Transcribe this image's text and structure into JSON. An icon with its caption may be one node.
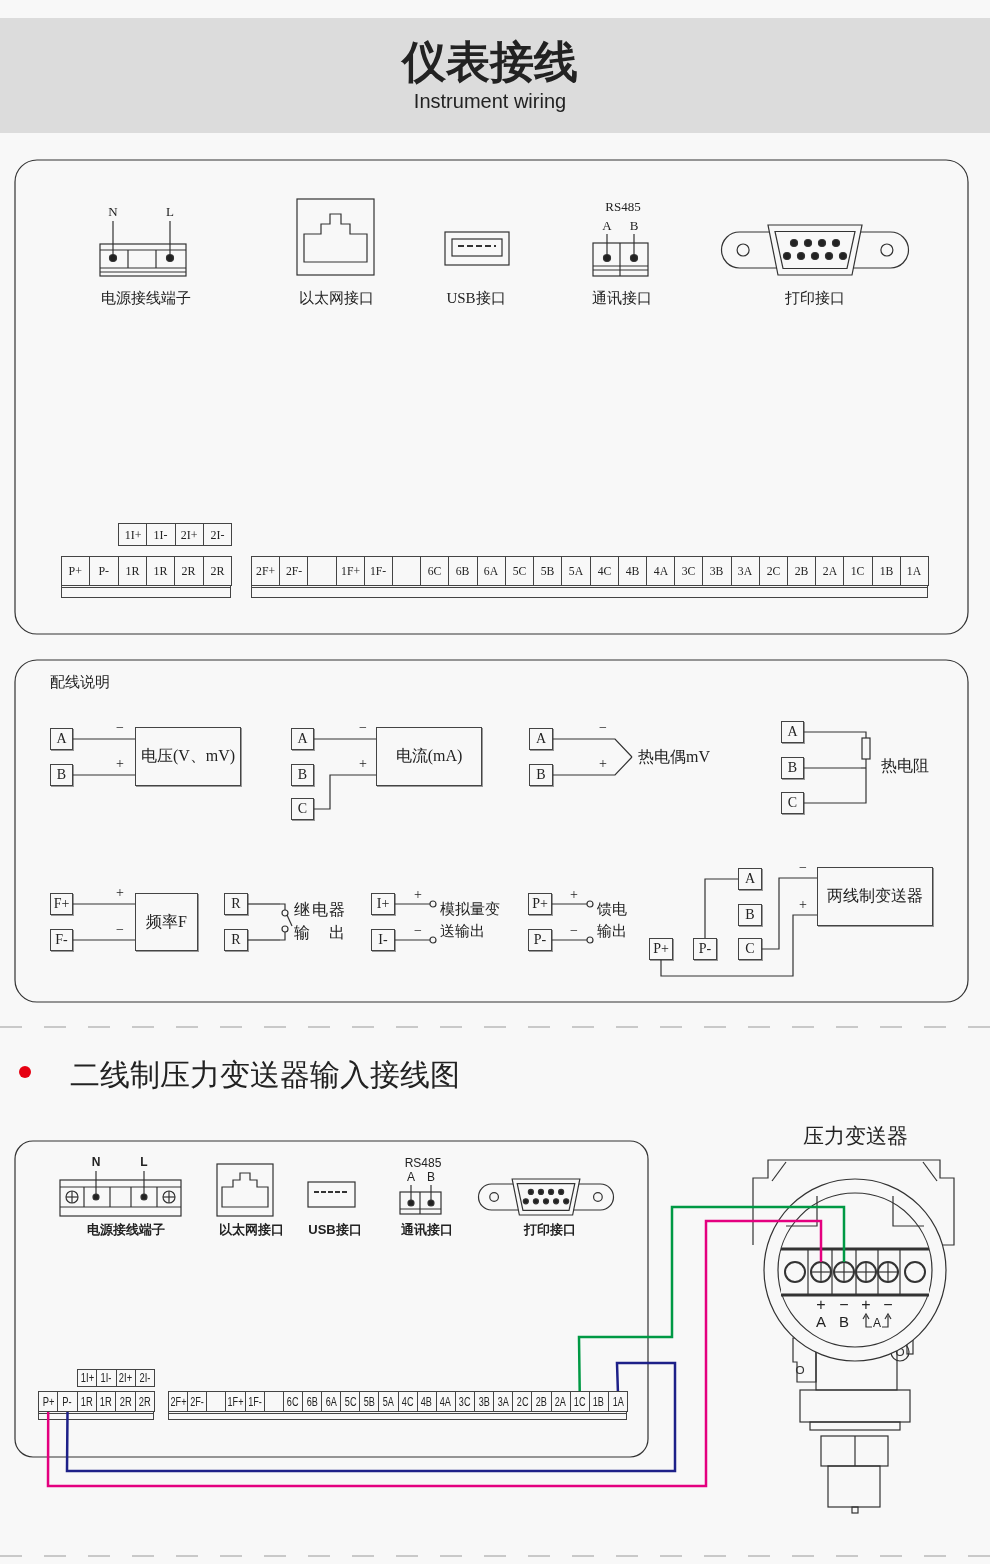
{
  "diagram": {
    "title": "仪表接线",
    "nodes": [
      {
        "text": [
          "A"
        ]
      },
      {
        "text": [
          "B"
        ]
      },
      {
        "text": [
          "电压(V、mV)"
        ]
      },
      {
        "text": [
          "A"
        ]
      },
      {
        "text": [
          "B"
        ]
      },
      {
        "text": [
          "C"
        ]
      },
      {
        "text": [
          "电流(mA)"
        ]
      },
      {
        "text": [
          "A"
        ]
      },
      {
        "text": [
          "B"
        ]
      },
      {
        "text": [
          "热电偶mV"
        ]
      },
      {
        "text": [
          "A"
        ]
      },
      {
        "text": [
          "B"
        ]
      },
      {
        "text": [
          "C"
        ]
      },
      {
        "text": [
          "热电阻"
        ]
      },
      {
        "text": [
          "F+"
        ]
      },
      {
        "text": [
          "F-"
        ]
      },
      {
        "text": [
          "频率F"
        ]
      },
      {
        "text": [
          "R"
        ]
      },
      {
        "text": [
          "R"
        ]
      },
      {
        "text": [
          "继电器输出"
        ]
      },
      {
        "text": [
          "I+"
        ]
      },
      {
        "text": [
          "I-"
        ]
      },
      {
        "text": [
          "模拟量变送输出"
        ]
      },
      {
        "text": [
          "P+"
        ]
      },
      {
        "text": [
          "P-"
        ]
      },
      {
        "text": [
          "馈电输出"
        ]
      },
      {
        "text": [
          "A"
        ]
      },
      {
        "text": [
          "两线制变送器"
        ]
      },
      {
        "text": [
          "B"
        ]
      },
      {
        "text": [
          "P+"
        ]
      },
      {
        "text": [
          "P-"
        ]
      },
      {
        "text": [
          "C"
        ]
      },
      {
        "text": [
          "压力变送器"
        ]
      },
      {
        "text": [],
        "shape": "circle",
        "in": 32
      },
      {
        "text": [],
        "shape": "circle",
        "in": 32
      },
      {
        "text": [
          "1I+"
        ]
      },
      {
        "text": [
          "1I-"
        ]
      },
      {
        "text": [
          "2I+"
        ]
      },
      {
        "text": [
          "2I-"
        ]
      },
      {
        "text": [
          "P+"
        ]
      },
      {
        "text": [
          "P-"
        ]
      },
      {
        "text": [
          "1R"
        ]
      },
      {
        "text": [
          "1R"
        ]
      },
      {
        "text": [
          "2R"
        ]
      },
      {
        "text": [
          "2R"
        ]
      },
      {
        "text": [
          "2F+"
        ]
      },
      {
        "text": [
          "2F-"
        ]
      },
      {
        "text": [],
        "shape": "box"
      },
      {
        "text": [
          "1F+"
        ]
      },
      {
        "text": [
          "1F-"
        ]
      },
      {
        "text": [],
        "shape": "box"
      },
      {
        "text": [
          "6C"
        ]
      },
      {
        "text": [
          "6B"
        ]
      },
      {
        "text": [
          "6A"
        ]
      },
      {
        "text": [
          "5C"
        ]
      },
      {
        "text": [
          "5B"
        ]
      },
      {
        "text": [
          "5A"
        ]
      },
      {
        "text": [
          "4C"
        ]
      },
      {
        "text": [
          "4B"
        ]
      },
      {
        "text": [
          "4A"
        ]
      },
      {
        "text": [
          "3C"
        ]
      },
      {
        "text": [
          "3B"
        ]
      },
      {
        "text": [
          "3A"
        ]
      },
      {
        "text": [
          "2C"
        ]
      },
      {
        "text": [
          "2B"
        ]
      },
      {
        "text": [
          "2A"
        ]
      },
      {
        "text": [
          "1C"
        ]
      },
      {
        "text": [
          "1B"
        ]
      },
      {
        "text": [
          "1A"
        ]
      }
    ],
    "edges": [
      {
        "from": 0,
        "to": 2,
        "arrow": "none",
        "label": "−"
      },
      {
        "from": 1,
        "to": 2,
        "arrow": "none",
        "label": "+"
      },
      {
        "from": 3,
        "to": 6,
        "arrow": "none",
        "label": "−"
      },
      {
        "from": 5,
        "to": 6,
        "arrow": "none",
        "label": "+"
      },
      {
        "from": 7,
        "to": 9,
        "arrow": "none",
        "label": "−"
      },
      {
        "from": 8,
        "to": 9,
        "arrow": "none",
        "label": "+"
      },
      {
        "from": 10,
        "to": 13,
        "arrow": "none"
      },
      {
        "from": 11,
        "to": 13,
        "arrow": "none"
      },
      {
        "from": 12,
        "to": 13,
        "arrow": "none"
      },
      {
        "from": 14,
        "to": 16,
        "arrow": "none",
        "label": "+"
      },
      {
        "from": 15,
        "to": 16,
        "arrow": "none",
        "label": "−"
      },
      {
        "from": 17,
        "to": 19,
        "arrow": "none"
      },
      {
        "from": 18,
        "to": 19,
        "arrow": "none"
      },
      {
        "from": 20,
        "to": 22,
        "arrow": "none",
        "label": "+"
      },
      {
        "from": 21,
        "to": 22,
        "arrow": "none",
        "label": "−"
      },
      {
        "from": 23,
        "to": 25,
        "arrow": "none",
        "label": "+"
      },
      {
        "from": 24,
        "to": 25,
        "arrow": "none",
        "label": "−"
      },
      {
        "from": 30,
        "to": 26,
        "arrow": "none"
      },
      {
        "from": 31,
        "to": 27,
        "arrow": "none",
        "label": "−"
      },
      {
        "from": 29,
        "to": 27,
        "arrow": "none",
        "label": "+"
      },
      {
        "from": 39,
        "to": 33,
        "arrow": "none",
        "color": "#e4007f"
      },
      {
        "from": 40,
        "to": 68,
        "arrow": "none",
        "color": "#1d2088"
      },
      {
        "from": 66,
        "to": 34,
        "arrow": "none",
        "color": "#009944"
      }
    ],
    "labels": [
      "Instrument wiring",
      "N",
      "L",
      "电源接线端子",
      "以太网接口",
      "USB接口",
      "RS485",
      "A",
      "B",
      "通讯接口",
      "打印接口",
      "1I+",
      "1I-",
      "2I+",
      "2I-",
      "P+",
      "P-",
      "1R",
      "1R",
      "2R",
      "2R",
      "2F+",
      "2F-",
      "1F+",
      "1F-",
      "6C",
      "6B",
      "6A",
      "5C",
      "5B",
      "5A",
      "4C",
      "4B",
      "4A",
      "3C",
      "3B",
      "3A",
      "2C",
      "2B",
      "2A",
      "1C",
      "1B",
      "1A",
      "配线说明",
      "二线制压力变送器输入接线图",
      "N",
      "L",
      "电源接线端子",
      "以太网接口",
      "USB接口",
      "RS485",
      "A",
      "B",
      "通讯接口",
      "打印接口",
      "+",
      "−",
      "+",
      "−",
      "A",
      "B",
      "A"
    ]
  }
}
